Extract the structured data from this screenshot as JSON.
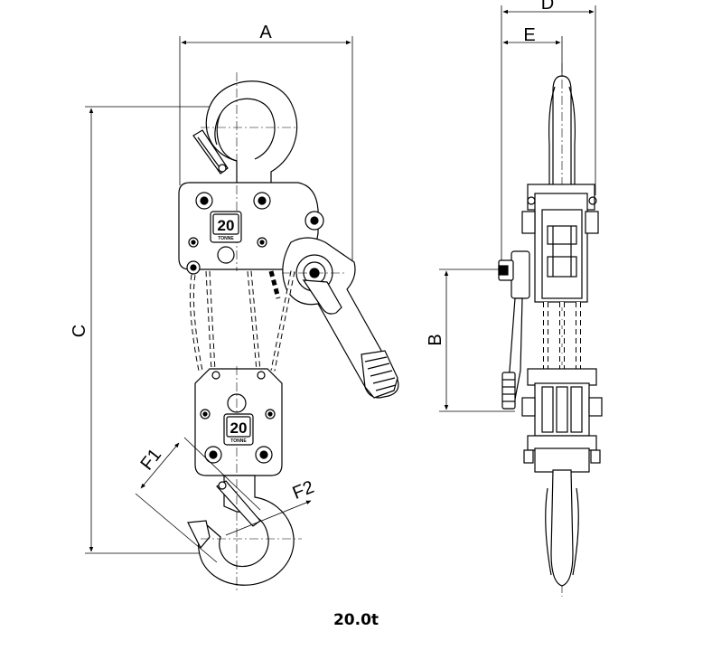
{
  "dimensions": {
    "a": "A",
    "b": "B",
    "c": "C",
    "d": "D",
    "e": "E",
    "f1": "F1",
    "f2": "F2"
  },
  "badge": {
    "capacity": "20",
    "unit": "TONNE"
  },
  "caption": "20.0t"
}
